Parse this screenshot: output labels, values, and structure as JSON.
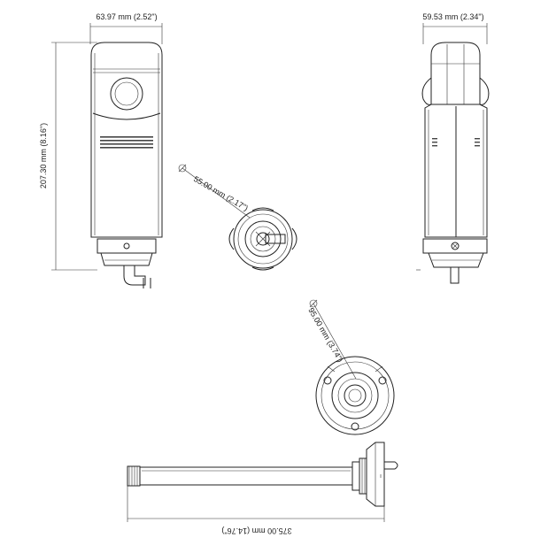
{
  "dimensions": {
    "front_width": "63.97 mm (2.52\")",
    "side_width": "59.53 mm (2.34\")",
    "height": "207.30 mm (8.16\")",
    "bottom_diameter": "55.00 mm (2.17\")",
    "mount_diameter": "95.00 mm (3.74\")",
    "pole_length": "375.00 mm (14.76\")"
  }
}
